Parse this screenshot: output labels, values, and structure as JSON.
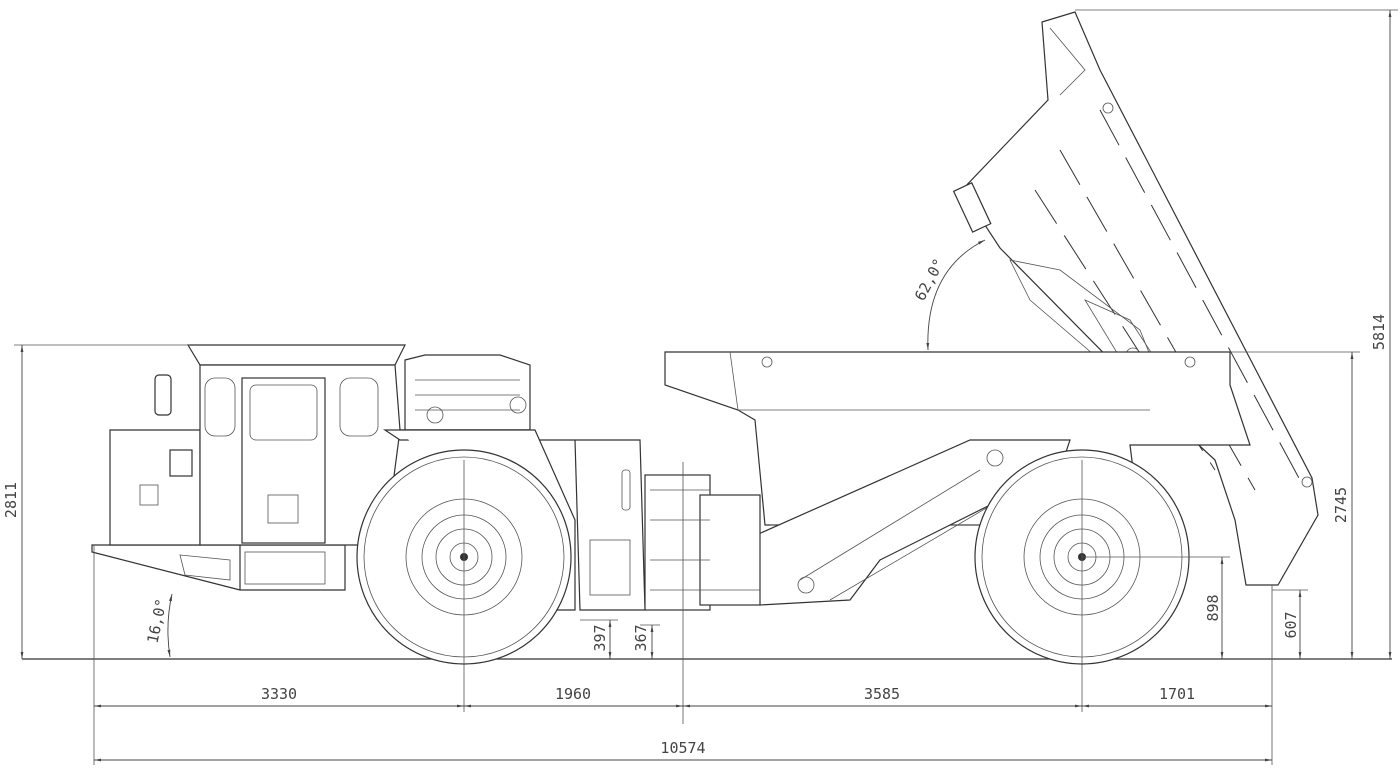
{
  "drawing": {
    "title": "Underground dump truck side elevation",
    "dimensions": {
      "overall_length": "10574",
      "front_overhang": "3330",
      "front_axle_to_articulation": "1960",
      "articulation_to_rear_axle": "3585",
      "rear_overhang": "1701",
      "overall_height": "2811",
      "box_height": "2745",
      "raised_box_height": "5814",
      "rear_clearance_axle": "898",
      "rear_box_clearance": "607",
      "ground_clearance_front": "397",
      "ground_clearance_hitch": "367",
      "approach_angle": "16,0°",
      "dump_angle": "62,0°"
    }
  }
}
